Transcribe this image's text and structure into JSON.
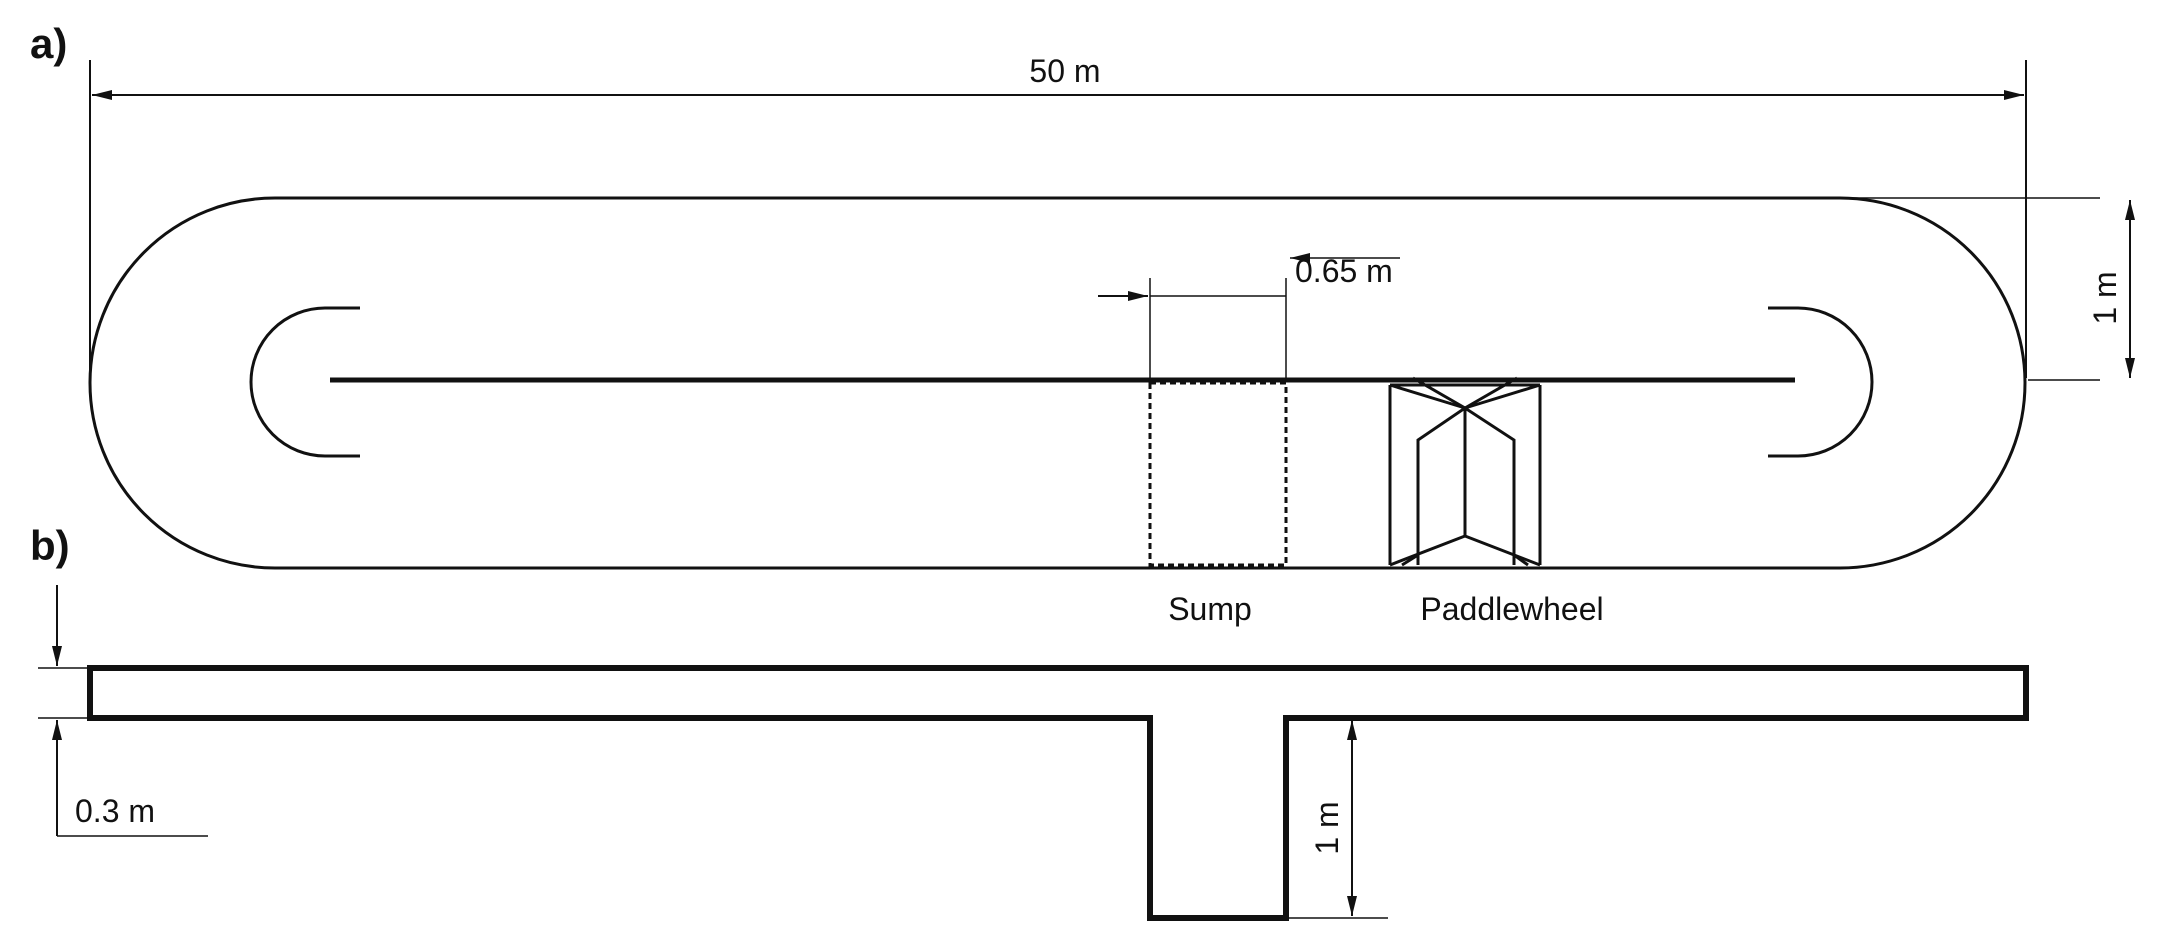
{
  "panels": {
    "a": "a)",
    "b": "b)"
  },
  "dimensions": {
    "length": "50 m",
    "width": "1 m",
    "sump_width": "0.65 m",
    "depth": "0.3 m",
    "sump_depth": "1 m"
  },
  "labels": {
    "sump": "Sump",
    "paddlewheel": "Paddlewheel"
  },
  "colors": {
    "line": "#111111",
    "background": "#ffffff"
  }
}
